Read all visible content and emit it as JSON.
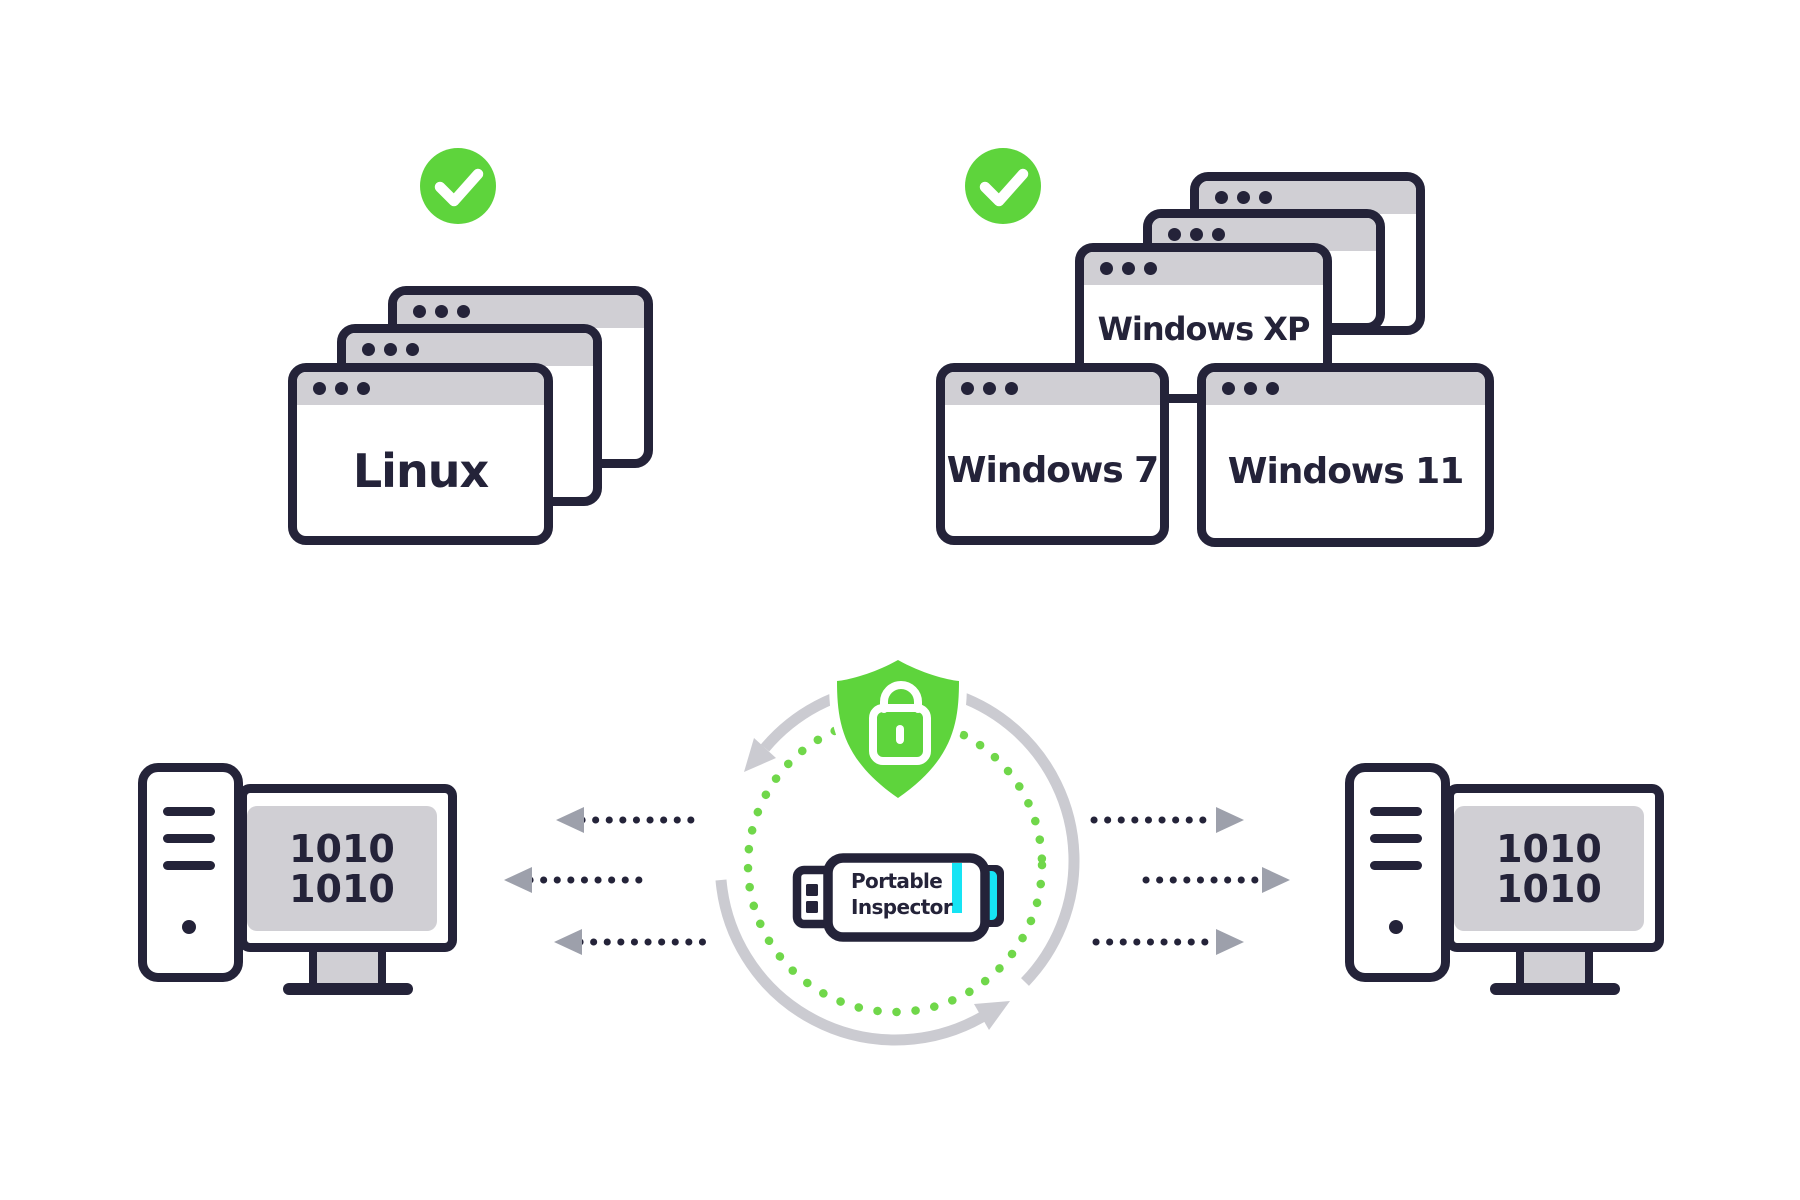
{
  "os_windows": {
    "linux": "Linux",
    "xp": "Windows XP",
    "win7": "Windows 7",
    "win11": "Windows 11"
  },
  "usb_device": {
    "label_line1": "Portable",
    "label_line2": "Inspector"
  },
  "computer_screen": {
    "binary_line1": "1010",
    "binary_line2": "1010"
  },
  "icons": {
    "left_status": "check-circle-icon",
    "right_status": "check-circle-icon",
    "center": "shield-lock-icon",
    "device": "usb-drive-icon",
    "cycle": "sync-arrows-icon"
  },
  "colors": {
    "outline_navy": "#242339",
    "panel_gray": "#d0cfd4",
    "accent_green": "#5ed43c",
    "dot_green": "#70d74a",
    "arc_gray": "#cbcbd1",
    "arrowhead_gray": "#9da0ab",
    "accent_cyan": "#16e4f4",
    "background": "#ffffff"
  }
}
